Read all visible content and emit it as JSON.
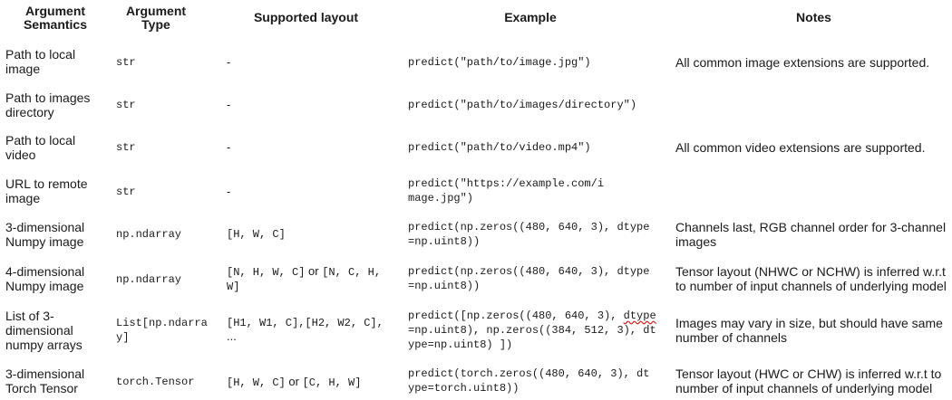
{
  "headers": [
    "Argument Semantics",
    "Argument Type",
    "Supported layout",
    "Example",
    "Notes"
  ],
  "rows": [
    {
      "semantics": "Path to local image",
      "type": "str",
      "layout": "-",
      "example": "predict(\"path/to/image.jpg\")",
      "notes": "All common image extensions are supported."
    },
    {
      "semantics": "Path to images directory",
      "type": "str",
      "layout": "-",
      "example": "predict(\"path/to/images/directory\")",
      "notes": ""
    },
    {
      "semantics": "Path to local video",
      "type": "str",
      "layout": "-",
      "example": "predict(\"path/to/video.mp4\")",
      "notes": "All common video extensions are supported."
    },
    {
      "semantics": "URL to remote image",
      "type": "str",
      "layout": "-",
      "example": "predict(\"https://example.com/image.jpg\")",
      "notes": ""
    },
    {
      "semantics": "3-dimensional Numpy image",
      "type": "np.ndarray",
      "layout": "[H, W, C]",
      "example": "predict(np.zeros((480, 640, 3), dtype=np.uint8))",
      "notes": "Channels last, RGB channel order for 3-channel images"
    },
    {
      "semantics": "4-dimensional Numpy image",
      "type": "np.ndarray",
      "layout_a": "[N, H, W, C]",
      "layout_or": " or ",
      "layout_b": "[N, C, H, W]",
      "example": "predict(np.zeros((480, 640, 3), dtype=np.uint8))",
      "notes": "Tensor layout (NHWC or NCHW) is inferred w.r.t to number of input channels of underlying model"
    },
    {
      "semantics": "List of 3-dimensional numpy arrays",
      "type": "List[np.ndarray]",
      "layout_a": "[H1, W1, C],[H2, W2, C],",
      "layout_b": "...",
      "example_a": "predict([np.zeros((480, 640, 3), ",
      "example_wavy": "dtype",
      "example_b": "=np.uint8), np.zeros((384, 512, 3), dtype=np.uint8) ])",
      "notes": "Images may vary in size, but should have same number of channels"
    },
    {
      "semantics": "3-dimensional Torch Tensor",
      "type": "torch.Tensor",
      "layout_a": "[H, W, C]",
      "layout_or": " or ",
      "layout_b": "[C, H, W]",
      "example": "predict(torch.zeros((480, 640, 3), dtype=torch.uint8))",
      "notes": "Tensor layout (HWC or CHW) is inferred w.r.t to number of input channels of underlying model"
    }
  ]
}
